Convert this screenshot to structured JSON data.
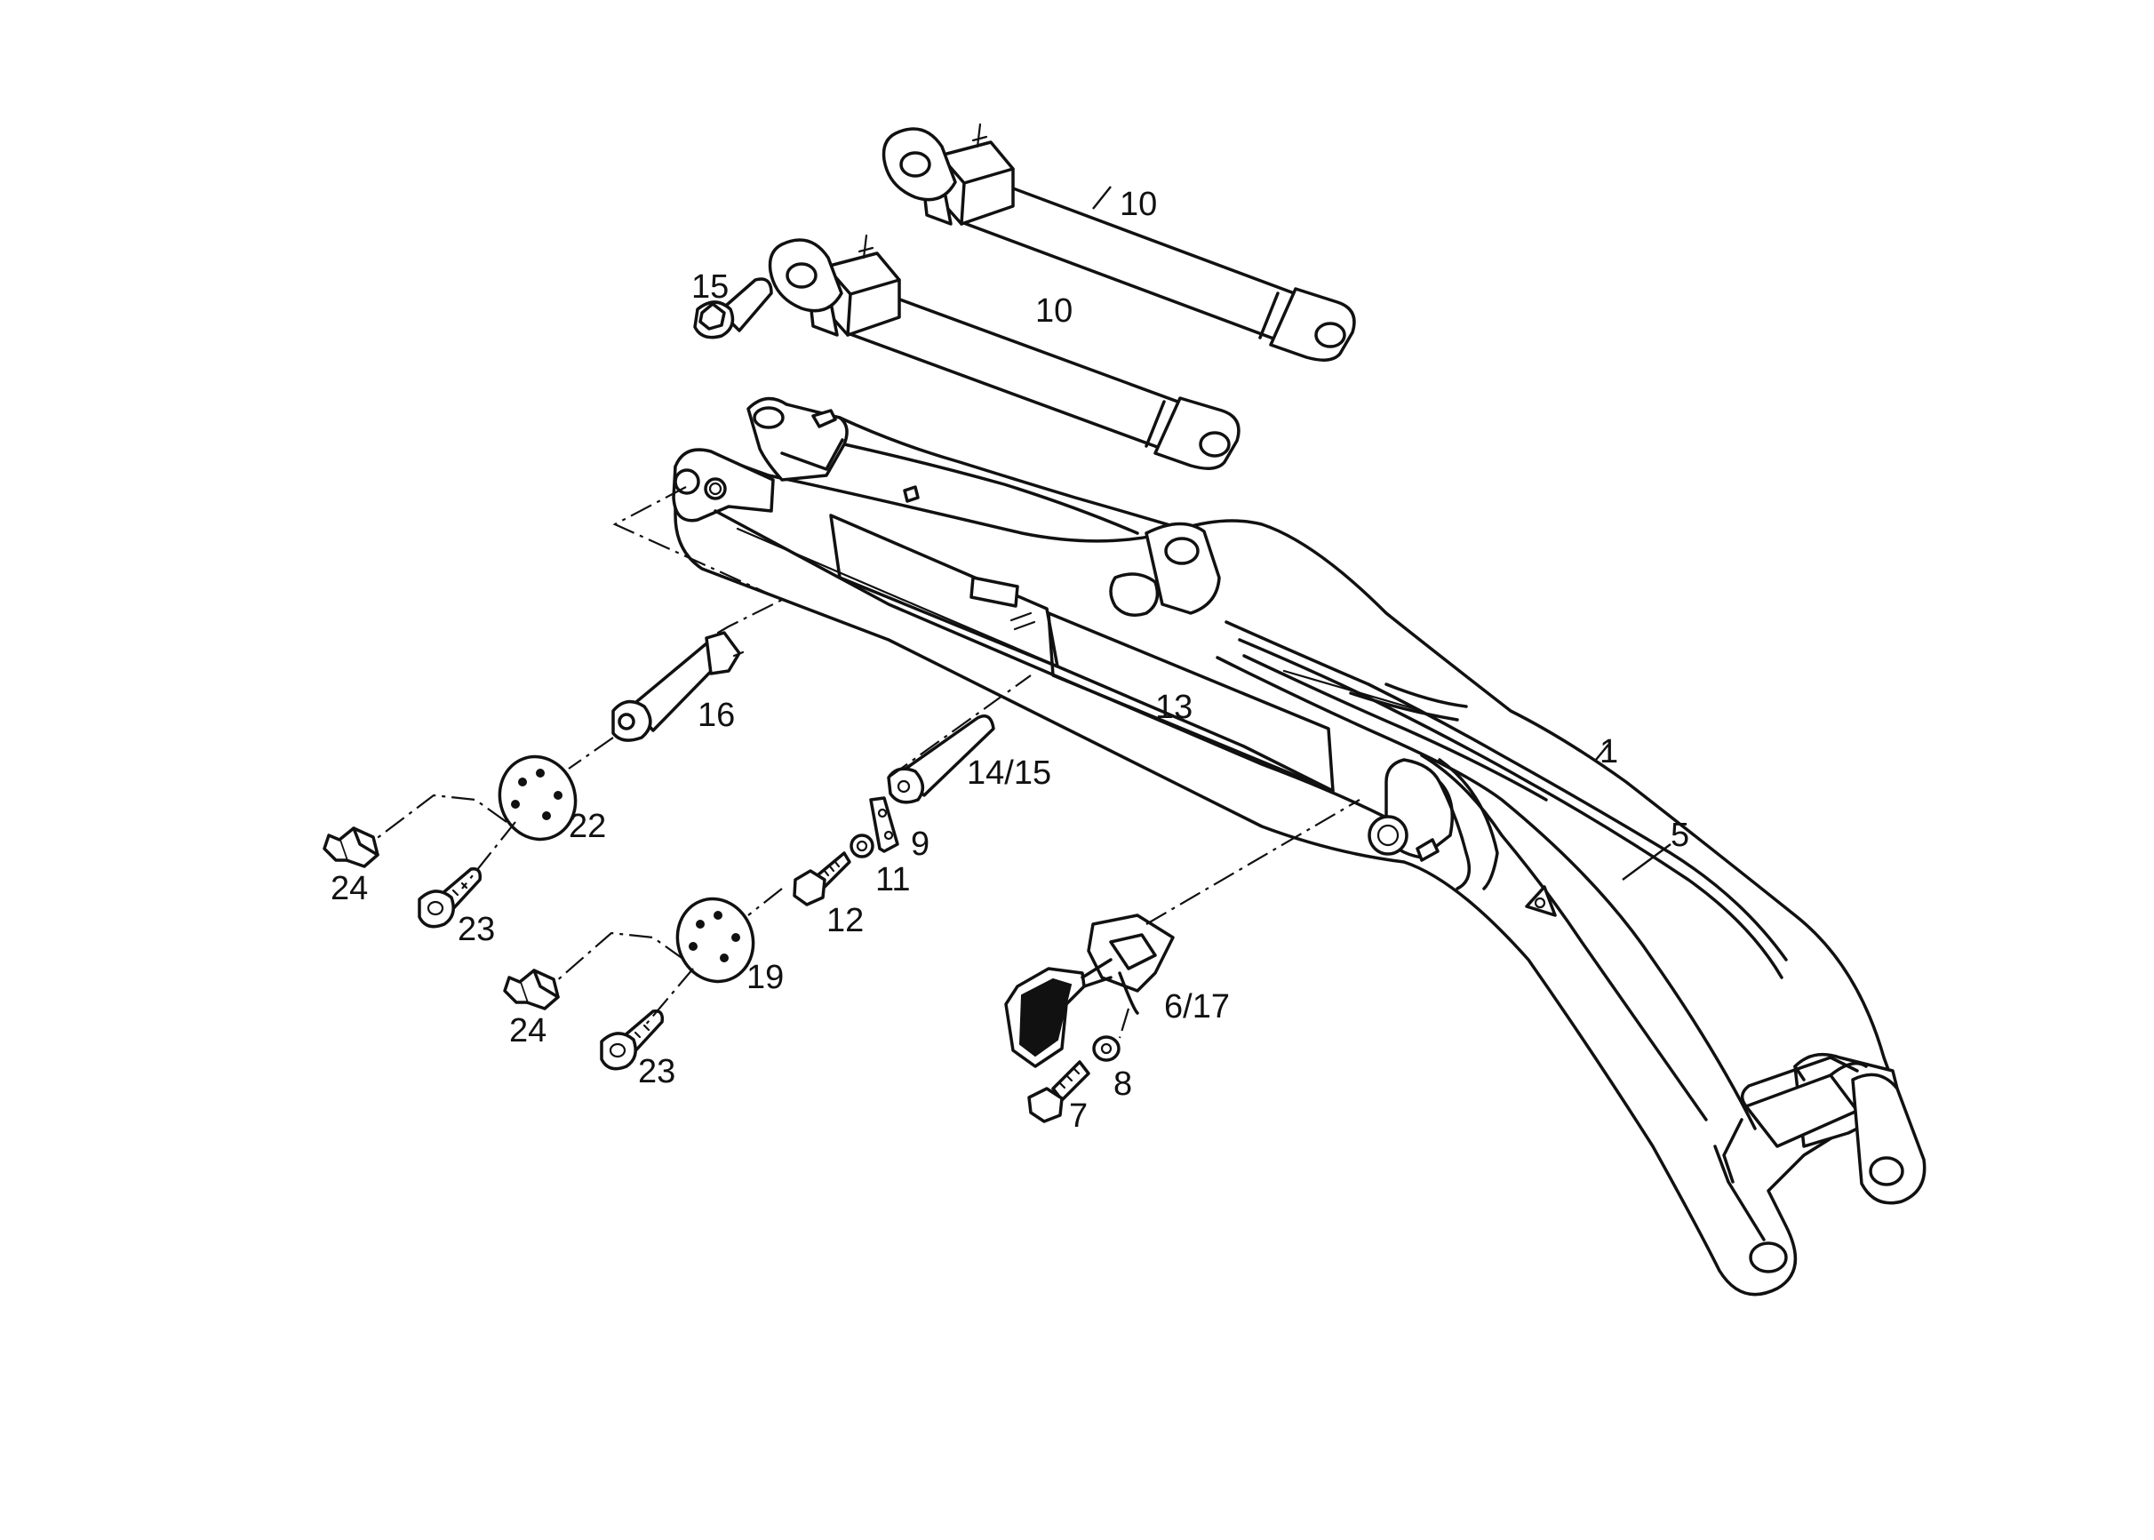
{
  "callouts": {
    "c10a": "10",
    "c10b": "10",
    "c15": "15",
    "c16": "16",
    "c13": "13",
    "c1": "1",
    "c5": "5",
    "c14_15": "14/15",
    "c9": "9",
    "c11": "11",
    "c12": "12",
    "c22": "22",
    "c24a": "24",
    "c23a": "23",
    "c19": "19",
    "c24b": "24",
    "c23b": "23",
    "c6_17": "6/17",
    "c8": "8",
    "c7": "7"
  },
  "colors": {
    "ink": "#111111",
    "paper": "#ffffff"
  }
}
